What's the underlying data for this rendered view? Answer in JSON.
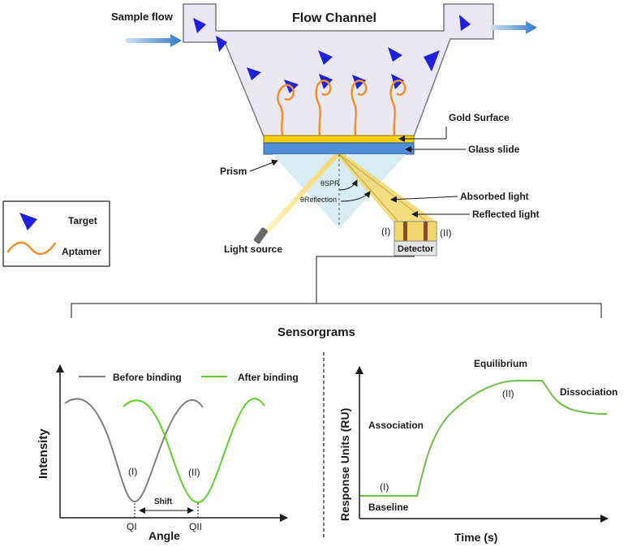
{
  "top": {
    "sample_flow": "Sample flow",
    "flow_channel": "Flow Channel",
    "gold_surface": "Gold Surface",
    "glass_slide": "Glass slide",
    "prism": "Prism",
    "spr_angle": "θSPR",
    "reflection_angle": "θReflection",
    "absorbed_light": "Absorbed light",
    "reflected_light": "Reflected light",
    "light_source": "Light source",
    "detector": "Detector",
    "detector_left": "(I)",
    "detector_right": "(II)"
  },
  "legend": {
    "target": "Target",
    "aptamer": "Aptamer"
  },
  "sensorgrams_title": "Sensorgrams",
  "colors": {
    "target_blue": "#1f1fe0",
    "aptamer_orange": "#f0902a",
    "gold": "#f7d000",
    "glass": "#4e8fd8",
    "channel_fill": "#ece8f3",
    "prism_fill": "#d7ecf5",
    "before_binding": "#808080",
    "after_binding": "#5fd12a",
    "sensorgram_line": "#6cbf47",
    "arrow_blue": "#3a7fcf"
  },
  "chart_data": [
    {
      "type": "line",
      "title": "",
      "xlabel": "Angle",
      "ylabel": "Intensity",
      "legend": [
        "Before binding",
        "After binding"
      ],
      "legend_position": "top",
      "series": [
        {
          "name": "Before binding",
          "minimum_at": "QI",
          "minimum_label": "(I)"
        },
        {
          "name": "After binding",
          "minimum_at": "QII",
          "minimum_label": "(II)"
        }
      ],
      "x_ticks": [
        "QI",
        "QII"
      ],
      "annotations": [
        "Shift"
      ]
    },
    {
      "type": "line",
      "title": "",
      "xlabel": "Time (s)",
      "ylabel": "Response Units (RU)",
      "phases": [
        "Baseline",
        "Association",
        "Equilibrium",
        "Dissociation"
      ],
      "point_labels": [
        "(I)",
        "(II)"
      ]
    }
  ]
}
